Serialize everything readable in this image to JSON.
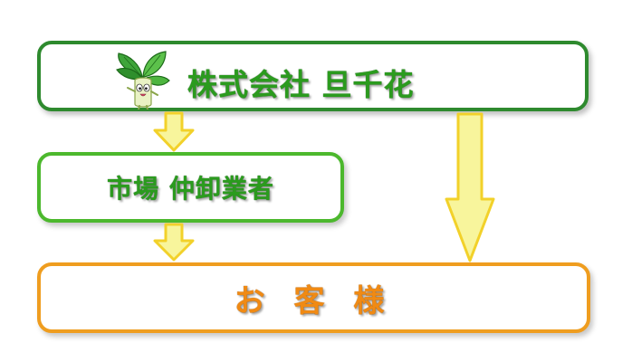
{
  "company": {
    "name": "株式会社 旦千花",
    "mascot_icon": "leaf-mascot-icon",
    "border_color": "#2e8a2e",
    "text_color": "#2b9b1e"
  },
  "market": {
    "name": "市場 仲卸業者",
    "border_color": "#4cb82d",
    "text_color": "#2b9b1e"
  },
  "customer": {
    "name": "お 客 様",
    "border_color": "#ef9d1f",
    "text_color": "#f08a14"
  },
  "arrows": {
    "fill_color": "#f8f59c",
    "stroke_color": "#f2d12a"
  }
}
